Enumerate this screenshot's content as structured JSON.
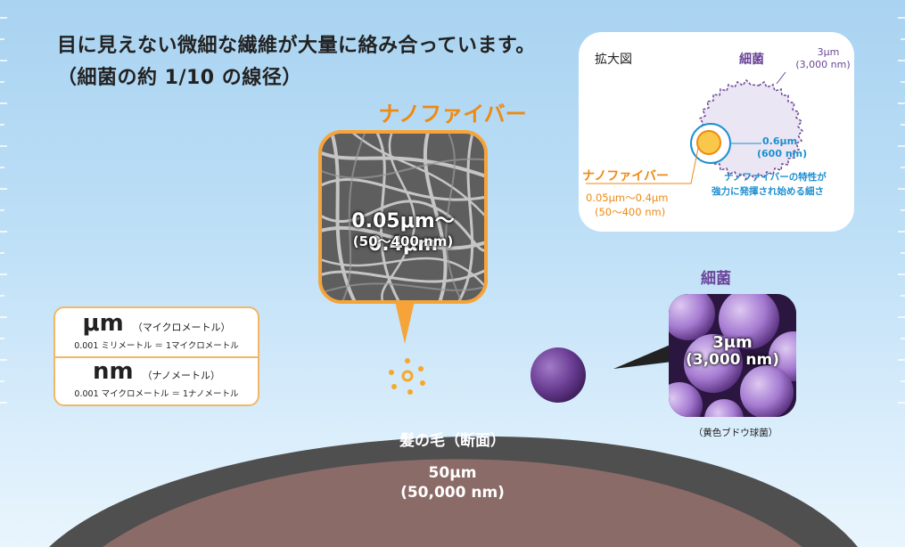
{
  "headline": {
    "line1": "目に見えない微細な繊維が大量に絡み合っています。",
    "line2": "（細菌の約 1/10 の線径）"
  },
  "nanofiber": {
    "title": "ナノファイバー",
    "size_um": "0.05μm〜0.4μm",
    "size_nm": "(50〜400 nm)"
  },
  "units": {
    "um_symbol": "μm",
    "um_name": "（マイクロメートル）",
    "um_def": "0.001 ミリメートル ＝ 1マイクロメートル",
    "nm_symbol": "nm",
    "nm_name": "（ナノメートル）",
    "nm_def": "0.001 マイクロメートル ＝ 1ナノメートル"
  },
  "zoom": {
    "title": "拡大図",
    "bacteria_label": "細菌",
    "bacteria_size_um": "3μm",
    "bacteria_size_nm": "(3,000 nm)",
    "mid_size_um": "0.6μm",
    "mid_size_nm": "(600 nm)",
    "characteristic_line1": "ナノファイバーの特性が",
    "characteristic_line2": "強力に発揮され始める細さ",
    "nano_label": "ナノファイバー",
    "nano_size_um": "0.05μm〜0.4μm",
    "nano_size_nm": "(50〜400 nm)"
  },
  "bacteria": {
    "label": "細菌",
    "size_um": "3μm",
    "size_nm": "(3,000 nm)",
    "caption": "（黄色ブドウ球菌）"
  },
  "hair": {
    "label": "髪の毛（断面）",
    "size_um": "50μm",
    "size_nm": "(50,000 nm)"
  },
  "colors": {
    "nano_orange": "#ee8a12",
    "bacteria_purple": "#6a4597",
    "info_blue": "#1c8fd0",
    "hair_outer": "#4d4d4d",
    "hair_inner": "#8a6a66"
  }
}
